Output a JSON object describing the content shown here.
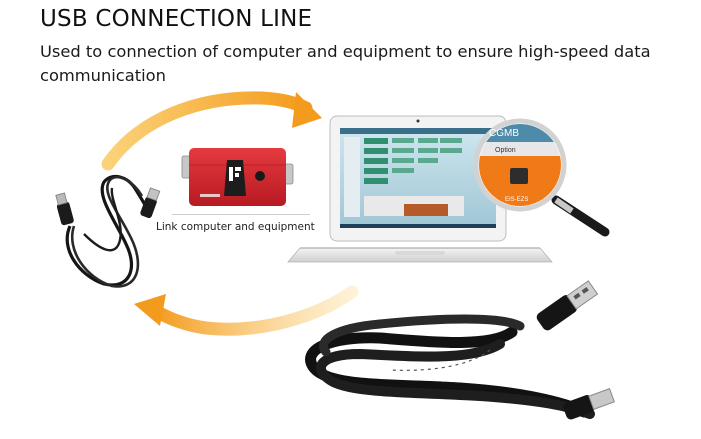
{
  "header": {
    "title": "USB CONNECTION LINE",
    "subtitle": "Used to connection of computer and equipment to ensure high-speed data communication"
  },
  "caption": "Link computer and equipment",
  "magnifier": {
    "brand": "CGMB",
    "tab": "Option",
    "chip_label": "EIS-EZS"
  },
  "colors": {
    "arrow": "#f6a623",
    "device": "#d9262c",
    "highlight": "#f27a1a"
  }
}
